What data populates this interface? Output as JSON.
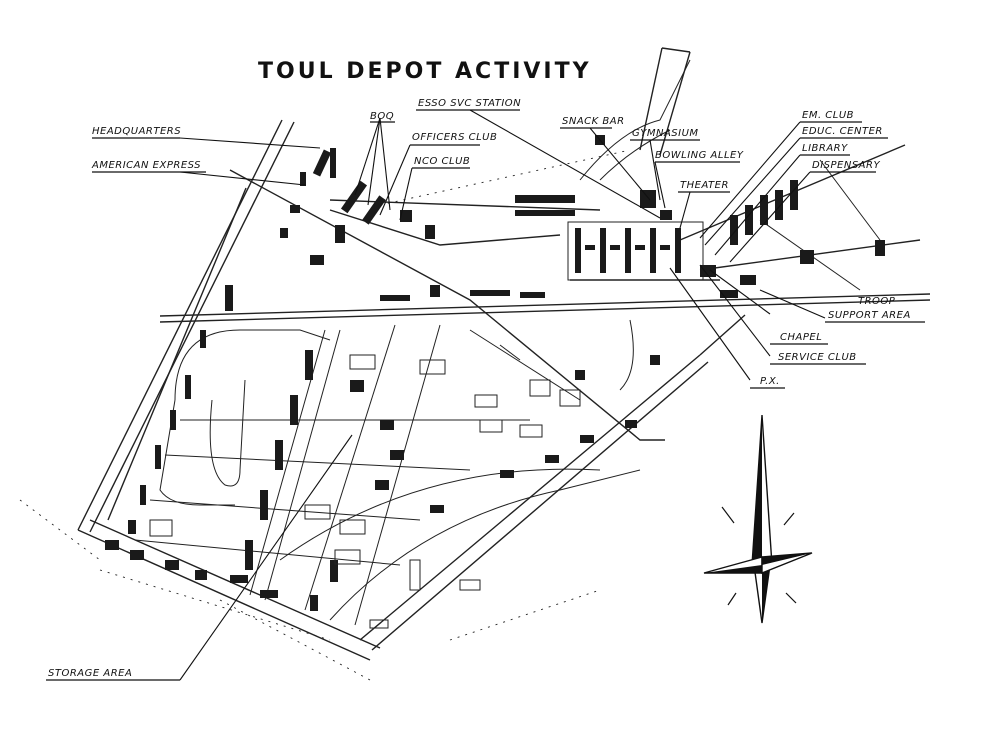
{
  "map": {
    "title": "TOUL DEPOT ACTIVITY",
    "labels": {
      "headquarters": "HEADQUARTERS",
      "american_express": "AMERICAN EXPRESS",
      "boq": "BOQ",
      "officers_club": "OFFICERS CLUB",
      "nco_club": "NCO CLUB",
      "esso": "ESSO SVC STATION",
      "snack_bar": "SNACK BAR",
      "gymnasium": "GYMNASIUM",
      "bowling_alley": "BOWLING ALLEY",
      "theater": "THEATER",
      "em_club": "EM. CLUB",
      "educ_center": "EDUC. CENTER",
      "library": "LIBRARY",
      "dispensary": "DISPENSARY",
      "troop_support_1": "TROOP",
      "troop_support_2": "SUPPORT AREA",
      "chapel": "CHAPEL",
      "service_club": "SERVICE CLUB",
      "px": "P.X.",
      "storage_area": "STORAGE AREA"
    },
    "compass_icon": "compass-rose-icon"
  }
}
